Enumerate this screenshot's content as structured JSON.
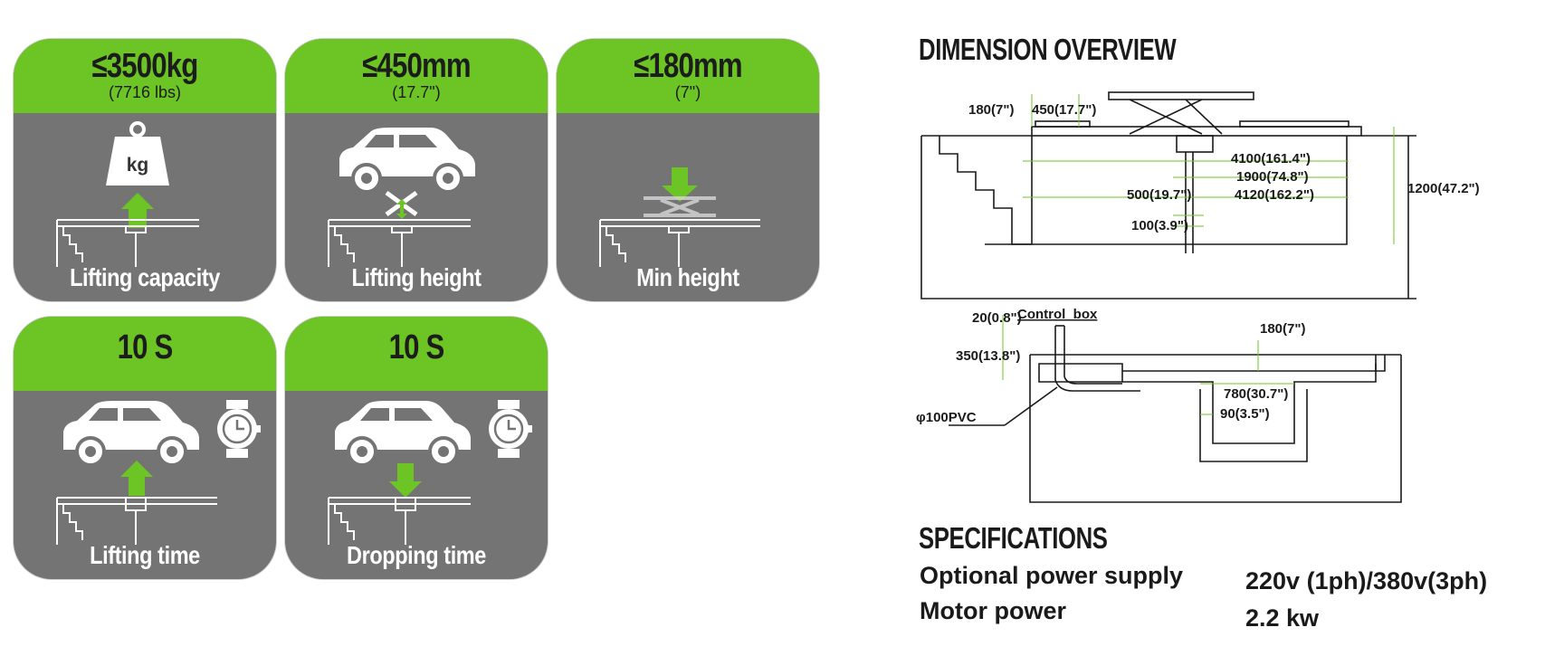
{
  "cards": [
    {
      "value": "≤3500kg",
      "sub": "(7716 lbs)",
      "label": "Lifting capacity",
      "weight_text": "kg"
    },
    {
      "value": "≤450mm",
      "sub": "(17.7\")",
      "label": "Lifting height"
    },
    {
      "value": "≤180mm",
      "sub": "(7\")",
      "label": "Min height"
    },
    {
      "value": "10 S",
      "sub": "",
      "label": "Lifting time"
    },
    {
      "value": "10 S",
      "sub": "",
      "label": "Dropping time"
    }
  ],
  "colors": {
    "green": "#6cc524",
    "card_gray": "#747474",
    "dark": "#1a1a1a"
  },
  "dimension": {
    "title": "DIMENSION OVERVIEW",
    "side": {
      "d180": "180(7\")",
      "d450": "450(17.7\")",
      "d4100": "4100(161.4\")",
      "d1900": "1900(74.8\")",
      "d500": "500(19.7\")",
      "d4120": "4120(162.2\")",
      "d100": "100(3.9\")",
      "d1200": "1200(47.2\")"
    },
    "plan": {
      "d20": "20(0.8\")",
      "control_box": "Control_box",
      "d180": "180(7\")",
      "d350": "350(13.8\")",
      "d780": "780(30.7\")",
      "d90": "90(3.5\")",
      "pvc": "φ100PVC"
    }
  },
  "specs": {
    "title": "SPECIFICATIONS",
    "rows": [
      {
        "label": "Optional power supply",
        "value": "220v (1ph)/380v(3ph)"
      },
      {
        "label": "Motor power",
        "value": "2.2 kw"
      }
    ]
  }
}
